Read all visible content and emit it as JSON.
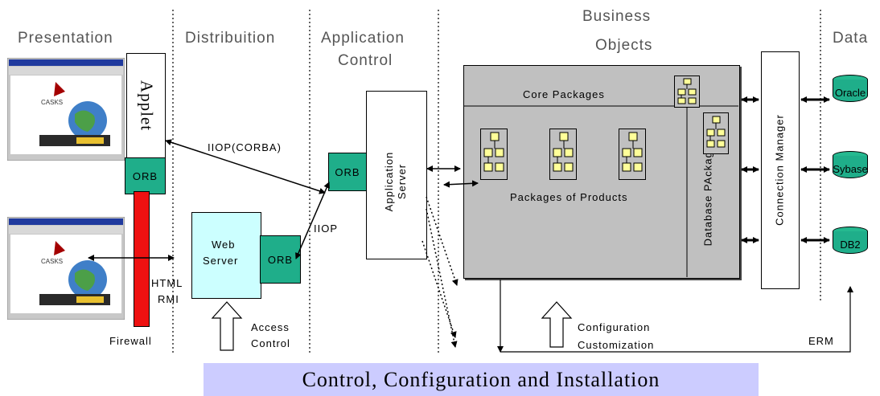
{
  "layers": {
    "presentation": "Presentation",
    "distribution": "Distribuition",
    "application_control_1": "Application",
    "application_control_2": "Control",
    "business_objects_1": "Business",
    "business_objects_2": "Objects",
    "data": "Data"
  },
  "presentation": {
    "applet": "Applet",
    "orb": "ORB",
    "firewall": "Firewall",
    "html": "HTML",
    "rmi": "RMI"
  },
  "distribution": {
    "iiop_corba": "IIOP(CORBA)",
    "web_server_1": "Web",
    "web_server_2": "Server",
    "web_orb": "ORB",
    "iiop": "IIOP",
    "access_1": "Access",
    "access_2": "Control"
  },
  "application": {
    "orb": "ORB",
    "server": "Application Server"
  },
  "business": {
    "core_packages": "Core Packages",
    "packages_of_products": "Packages of Products",
    "database_packages": "Database PAckages",
    "config_1": "Configuration",
    "config_2": "Customization"
  },
  "data": {
    "connection_manager": "Connection Manager",
    "databases": [
      "Oracle",
      "Sybase",
      "DB2"
    ],
    "erm": "ERM"
  },
  "footer": "Control, Configuration and Installation",
  "colors": {
    "orb": "#1fae8a",
    "firewall": "#ee1111",
    "web_server": "#ccffff",
    "business_panel": "#c0c0c0",
    "package_icon": "#ffff99",
    "footer_bar": "#ccccff"
  }
}
